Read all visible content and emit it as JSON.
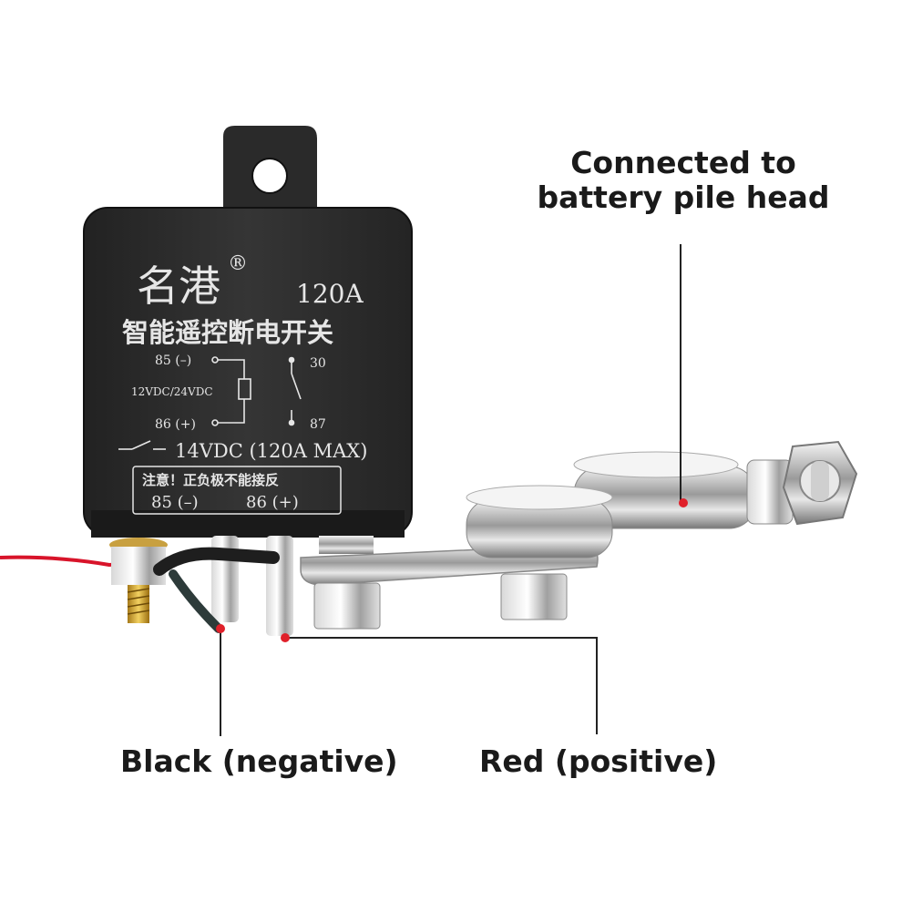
{
  "relay": {
    "brand": "名港",
    "registered_mark": "®",
    "rating": "120A",
    "subtitle": "智能遥控断电开关",
    "pin85_label": "85 (–)",
    "pin86_label": "86 (+)",
    "pin30_label": "30",
    "pin87_label": "87",
    "voltage_label": "12VDC/24VDC",
    "spec_line": "14VDC (120A MAX)",
    "warning_text": "注意！正负极不能接反",
    "warning_pin85": "85 (–)",
    "warning_pin86": "86 (+)"
  },
  "annotations": {
    "battery_line1": "Connected to",
    "battery_line2": "battery pile head",
    "black_label": "Black (negative)",
    "red_label": "Red (positive)"
  },
  "colors": {
    "relay_body": "#2b2b2b",
    "marker_red": "#e0202a",
    "wire_red": "#d8142a",
    "wire_black": "#1e1e1e"
  }
}
